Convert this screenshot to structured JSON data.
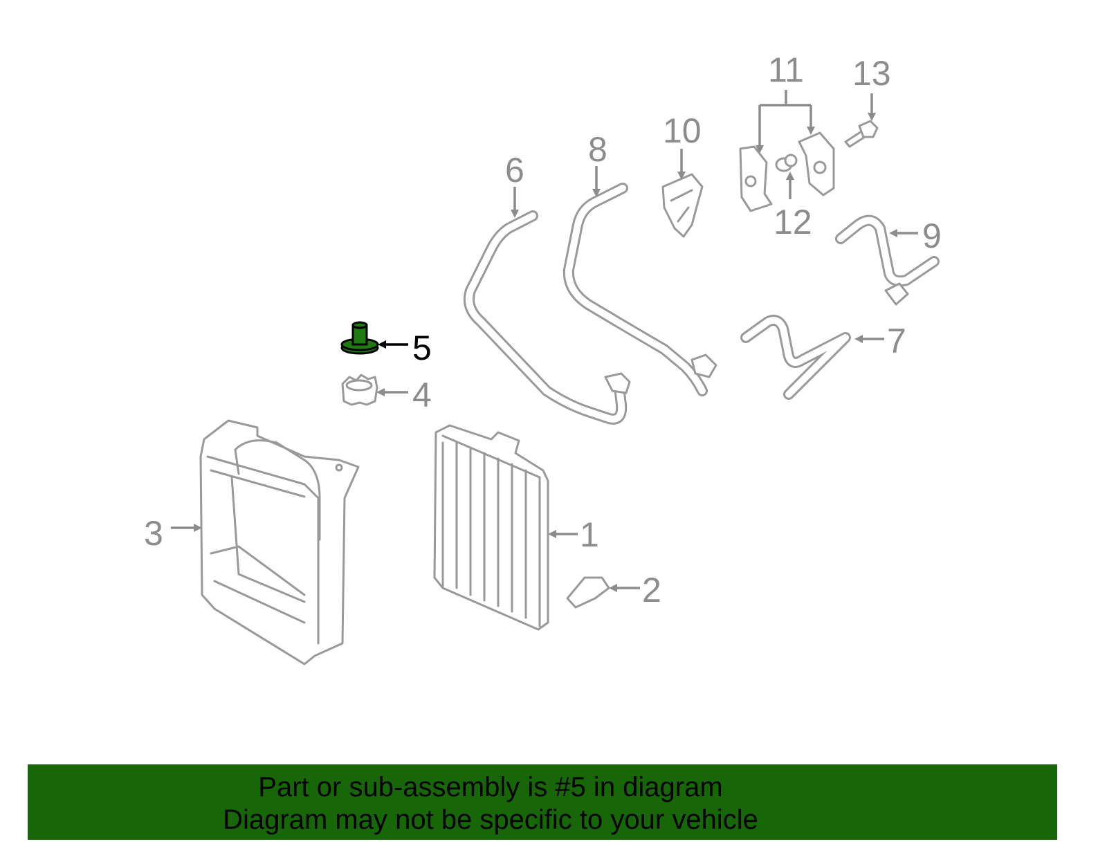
{
  "diagram": {
    "callouts": [
      "1",
      "2",
      "3",
      "4",
      "5",
      "6",
      "7",
      "8",
      "9",
      "10",
      "11",
      "12",
      "13"
    ],
    "highlighted_part": "5",
    "highlight_color": "#1f7a12",
    "callout_color": "#8c8c8c"
  },
  "banner": {
    "line1": "Part or sub-assembly is #5 in diagram",
    "line2": "Diagram may not be specific to your vehicle",
    "color": "#176608"
  }
}
